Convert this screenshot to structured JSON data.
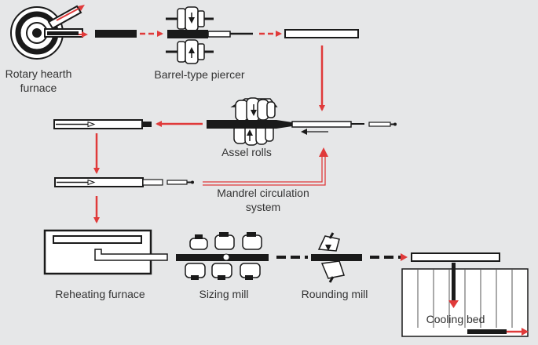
{
  "labels": {
    "rotary_hearth_furnace": [
      "Rotary hearth",
      "furnace"
    ],
    "barrel_type_piercer": "Barrel-type piercer",
    "assel_rolls": "Assel rolls",
    "mandrel_circulation": [
      "Mandrel circulation",
      "system"
    ],
    "reheating_furnace": "Reheating furnace",
    "sizing_mill": "Sizing mill",
    "rounding_mill": "Rounding mill",
    "cooling_bed": "Cooling bed"
  },
  "colors": {
    "background": "#e6e7e8",
    "flow_arrow": "#e03a3a",
    "equipment": "#1a1a1a",
    "text": "#333333"
  }
}
